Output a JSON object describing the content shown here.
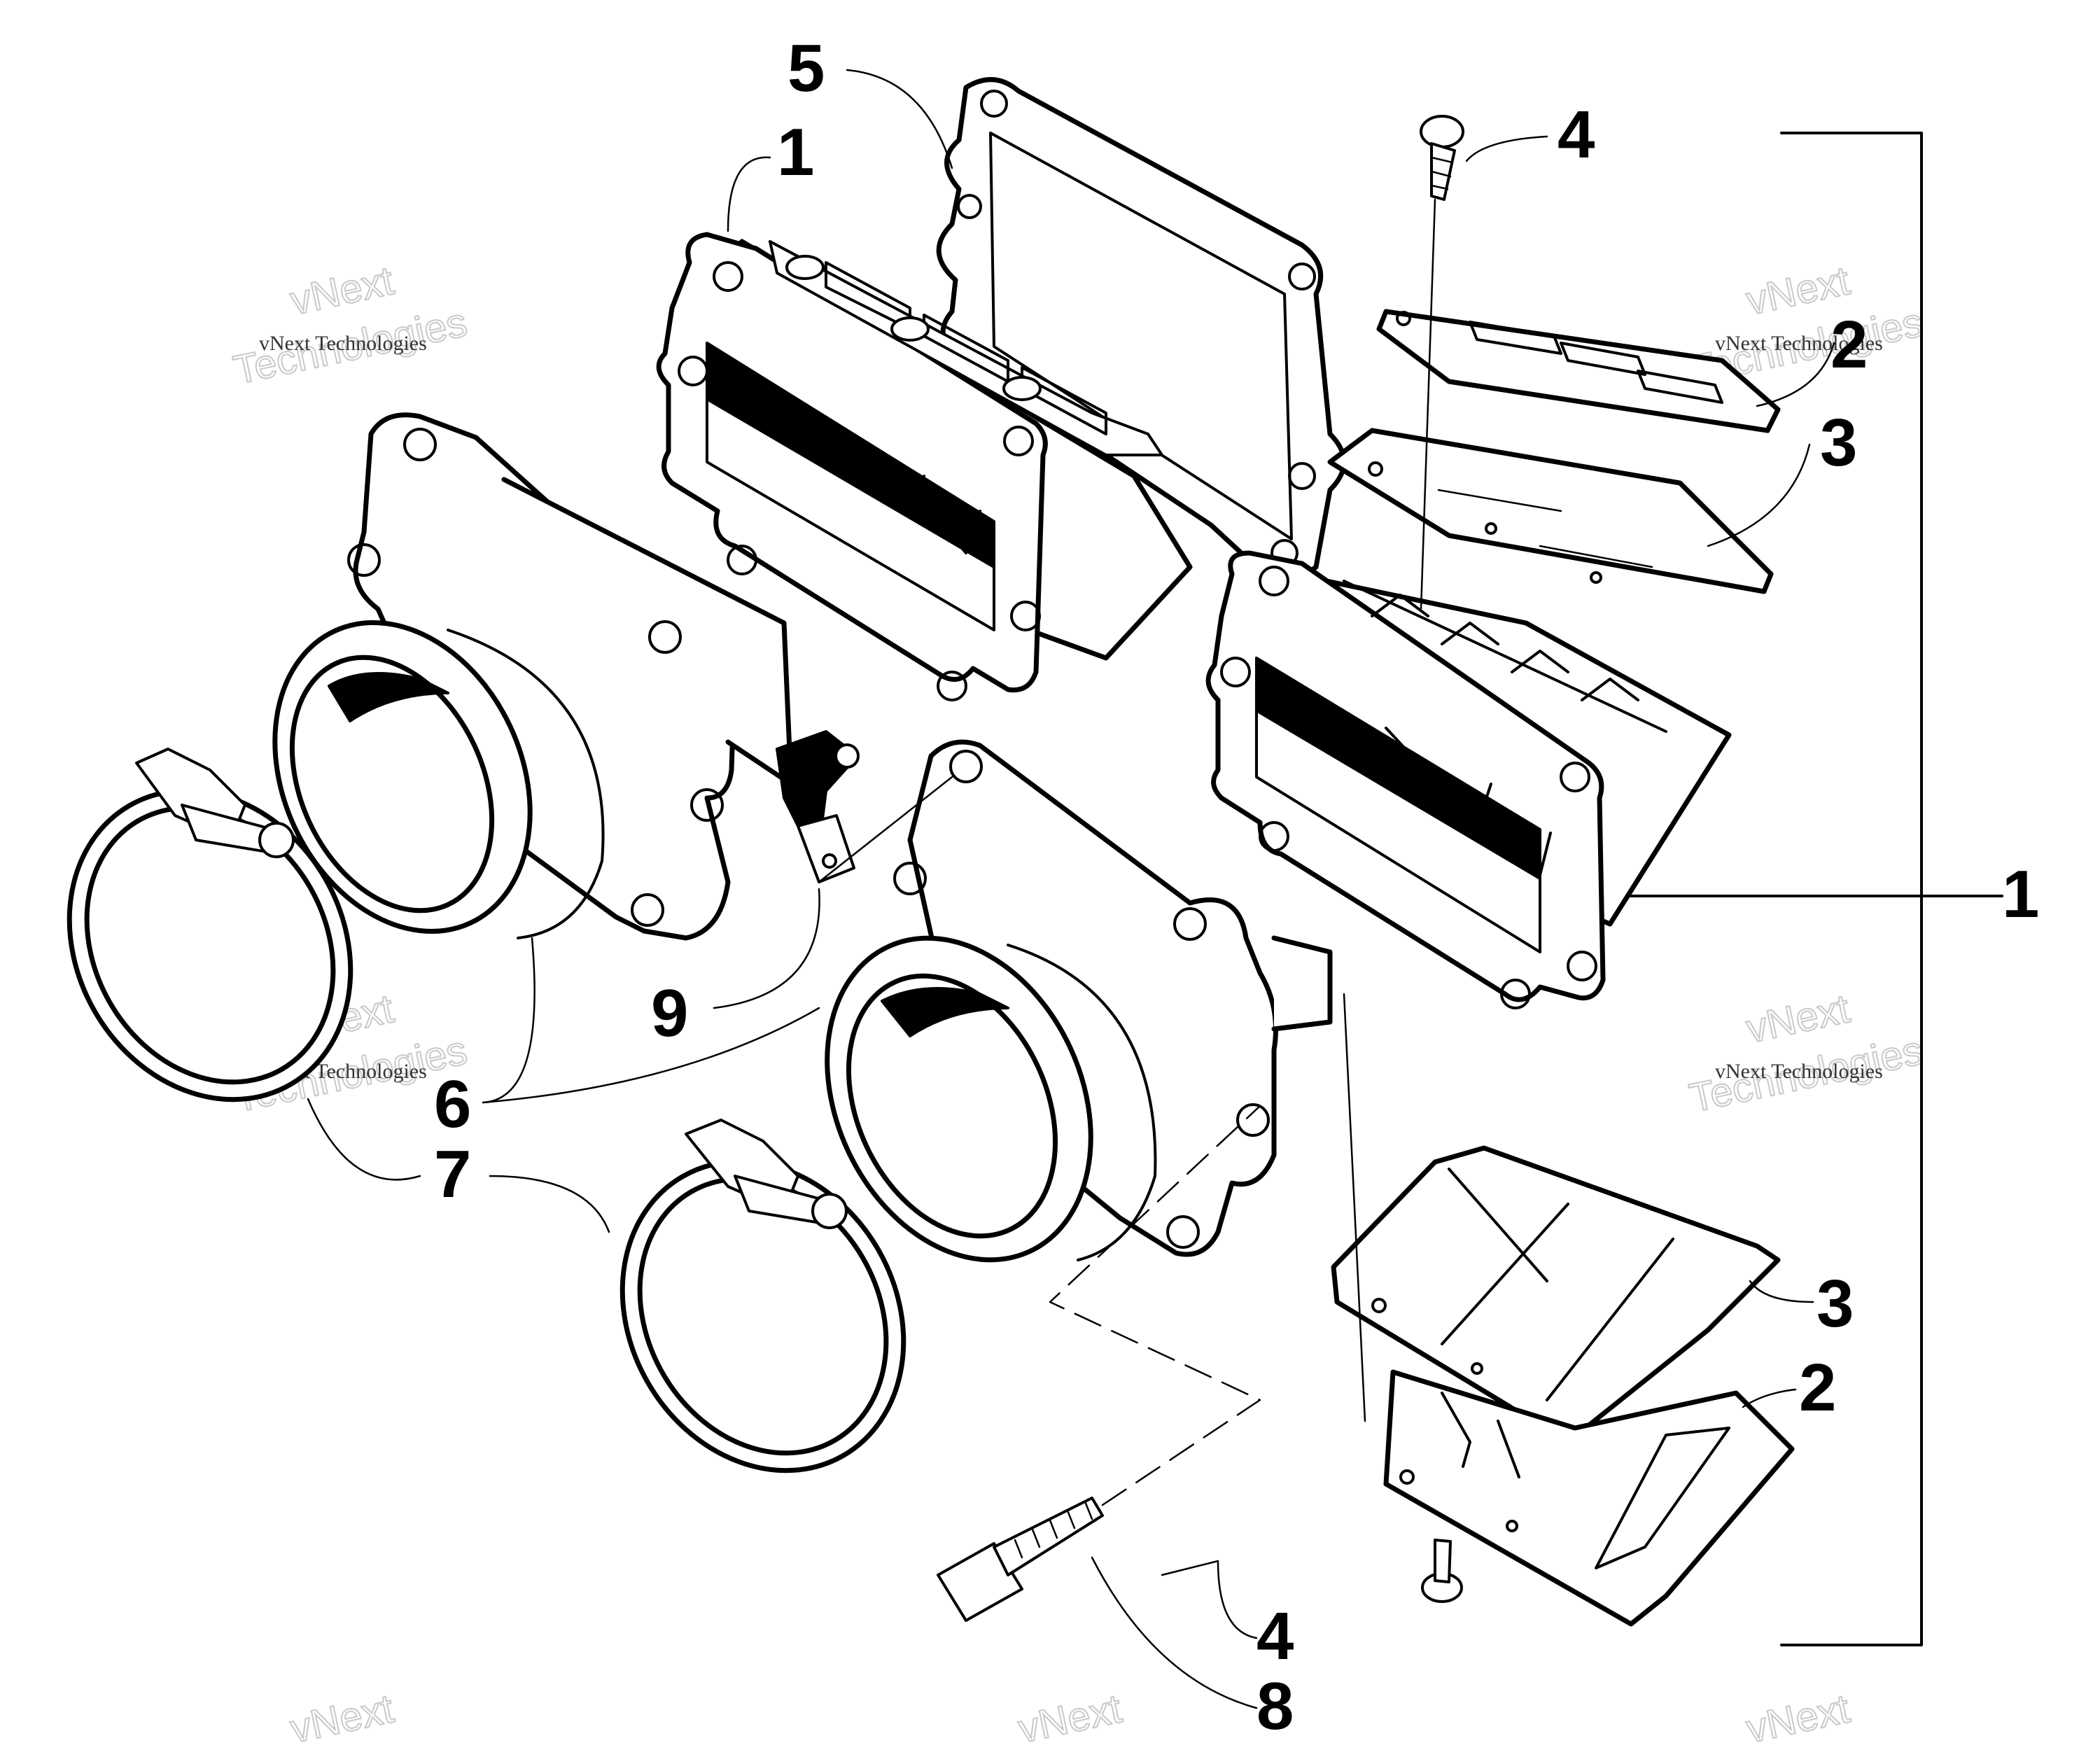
{
  "callouts": {
    "c1_top": "1",
    "c1_right": "1",
    "c2_top": "2",
    "c2_bottom": "2",
    "c3_top": "3",
    "c3_bottom": "3",
    "c4_top": "4",
    "c4_bottom": "4",
    "c5": "5",
    "c6": "6",
    "c7": "7",
    "c8": "8",
    "c9": "9"
  },
  "watermark": {
    "line1": "vNext",
    "line2": "Technologies",
    "small": "vNext Technologies"
  }
}
